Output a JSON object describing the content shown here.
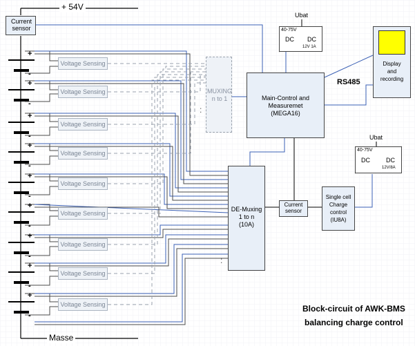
{
  "supply": {
    "positive_label": "+ 54V",
    "ground_label": "Masse"
  },
  "current_sensor_top": "Current sensor",
  "cell_polarity": {
    "plus": "+",
    "minus": "-"
  },
  "voltage_sensing": [
    "Voltage Sensing",
    "Voltage Sensing",
    "Voltage Sensing",
    "Voltage Sensing",
    "Voltage Sensing",
    "Voltage Sensing",
    "Voltage Sensing",
    "Voltage Sensing",
    "Voltage Sensing"
  ],
  "muxing": {
    "line1": "MUXING",
    "line2": "n to 1",
    "dots": ":"
  },
  "main_control": {
    "line1": "Main-Control and",
    "line2": "Measuremet",
    "line3": "(MEGA16)"
  },
  "dcdc_top": {
    "ubat": "Ubat",
    "range": "40-75V",
    "dc_left": "DC",
    "dc_right": "DC",
    "out": "12V 1A"
  },
  "display": {
    "line1": "Display",
    "line2": "and",
    "line3": "recording"
  },
  "rs485": "RS485",
  "demux": {
    "line1": "DE-Muxing",
    "line2": "1 to n",
    "line3": "(10A)",
    "dots": ":"
  },
  "current_sensor_mid": "Current sensor",
  "charger": {
    "line1": "Single cell",
    "line2": "Charge",
    "line3": "control",
    "line4": "(IU8A)"
  },
  "dcdc_bottom": {
    "ubat": "Ubat",
    "range": "40-75V",
    "dc_left": "DC",
    "dc_right": "DC",
    "out": "12V/8A"
  },
  "caption": {
    "line1": "Block-circuit of AWK-BMS",
    "line2": "balancing charge control"
  },
  "colors": {
    "block_fill": "#e8eff8",
    "block_border": "#444444",
    "wire_blue": "#3a5fb4",
    "display_screen": "#ffff00"
  }
}
